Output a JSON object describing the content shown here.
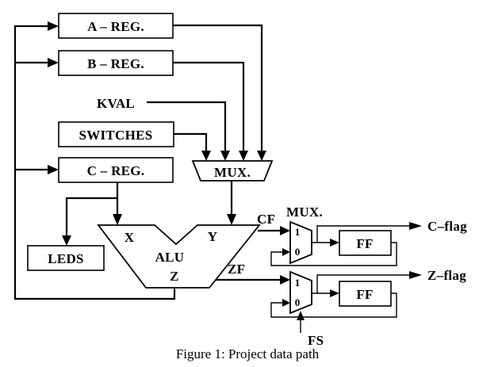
{
  "diagram": {
    "registers": {
      "a": "A – REG.",
      "b": "B – REG.",
      "c": "C – REG."
    },
    "inputs": {
      "kval": "KVAL",
      "switches": "SWITCHES"
    },
    "mux_main": "MUX.",
    "leds": "LEDS",
    "alu": {
      "name": "ALU",
      "in_x": "X",
      "in_y": "Y",
      "out_z": "Z"
    },
    "flags": {
      "cf": "CF",
      "zf": "ZF",
      "mux_flag": "MUX.",
      "one": "1",
      "zero": "0",
      "ff": "FF",
      "fs": "FS",
      "c_flag": "C–flag",
      "z_flag": "Z–flag"
    },
    "caption": "Figure 1: Project data path"
  }
}
